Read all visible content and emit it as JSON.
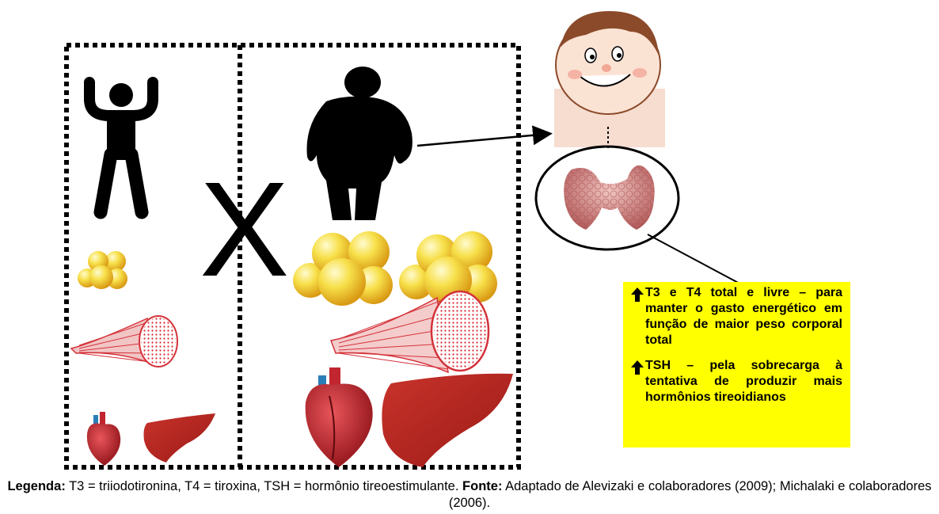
{
  "comparison_symbol": "X",
  "info_box": {
    "item1_text": "T3 e T4 total e livre – para manter o gasto energético em função de maior peso corporal total",
    "item2_text": "TSH – pela sobrecarga à tentativa de produzir mais hormônios tireoidianos",
    "background_color": "#ffff00"
  },
  "caption": {
    "legend_label": "Legenda:",
    "legend_text": " T3 = triiodotironina, T4 = tiroxina, TSH = hormônio tireoestimulante. ",
    "source_label": "Fonte:",
    "source_text": " Adaptado de Alevizaki e colaboradores (2009); Michalaki e colaboradores (2006)."
  },
  "colors": {
    "fat_cell": "#f2cf2a",
    "muscle": "#d4323a",
    "heart": "#b3202a",
    "liver": "#b8231f",
    "thyroid": "#c97a7a"
  }
}
